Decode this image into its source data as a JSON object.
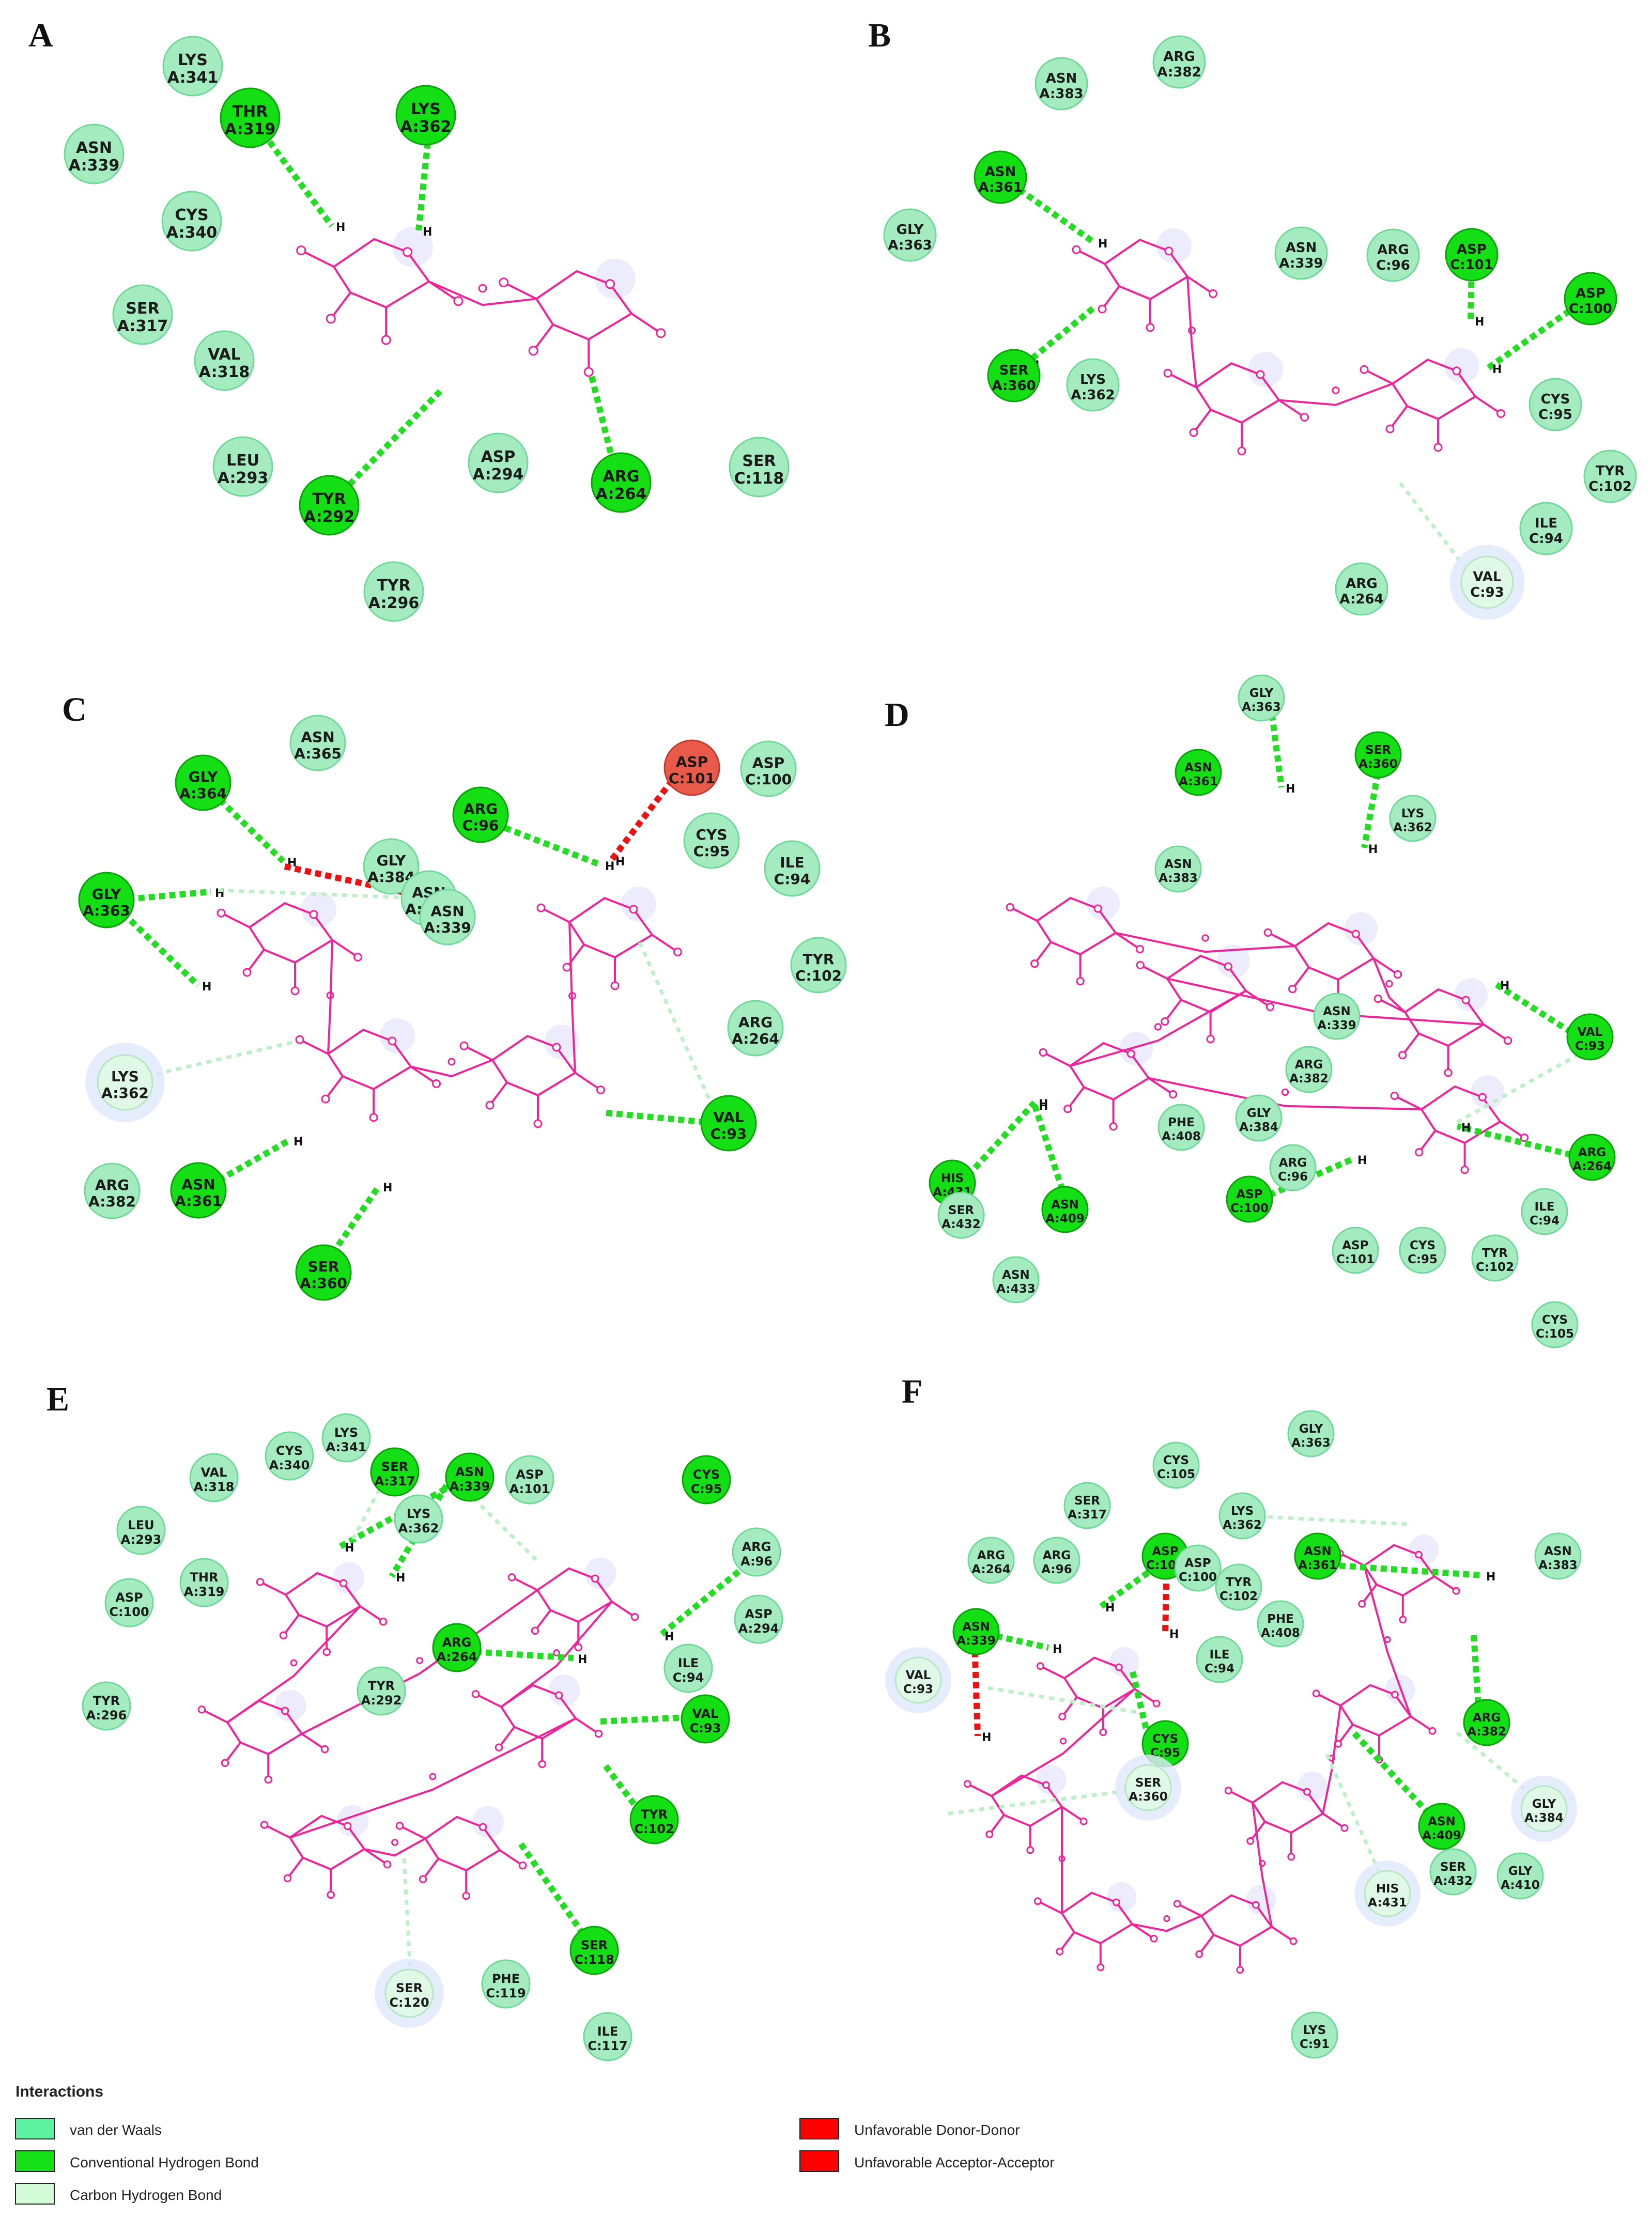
{
  "panels": [
    {
      "letter": "A",
      "residues": [
        {
          "name": "LYS",
          "id": "A:341",
          "type": "vdw"
        },
        {
          "name": "THR",
          "id": "A:319",
          "type": "hbond"
        },
        {
          "name": "LYS",
          "id": "A:362",
          "type": "hbond"
        },
        {
          "name": "ASN",
          "id": "A:339",
          "type": "vdw"
        },
        {
          "name": "CYS",
          "id": "A:340",
          "type": "vdw"
        },
        {
          "name": "SER",
          "id": "A:317",
          "type": "vdw"
        },
        {
          "name": "VAL",
          "id": "A:318",
          "type": "vdw"
        },
        {
          "name": "LEU",
          "id": "A:293",
          "type": "vdw"
        },
        {
          "name": "TYR",
          "id": "A:292",
          "type": "hbond"
        },
        {
          "name": "ASP",
          "id": "A:294",
          "type": "vdw"
        },
        {
          "name": "ARG",
          "id": "A:264",
          "type": "hbond"
        },
        {
          "name": "SER",
          "id": "C:118",
          "type": "vdw"
        },
        {
          "name": "TYR",
          "id": "A:296",
          "type": "vdw"
        }
      ]
    },
    {
      "letter": "B",
      "residues": [
        {
          "name": "ASN",
          "id": "A:383",
          "type": "vdw"
        },
        {
          "name": "ARG",
          "id": "A:382",
          "type": "vdw"
        },
        {
          "name": "ASN",
          "id": "A:361",
          "type": "hbond"
        },
        {
          "name": "GLY",
          "id": "A:363",
          "type": "vdw"
        },
        {
          "name": "ASN",
          "id": "A:339",
          "type": "vdw"
        },
        {
          "name": "ARG",
          "id": "C:96",
          "type": "vdw"
        },
        {
          "name": "ASP",
          "id": "C:101",
          "type": "hbond"
        },
        {
          "name": "ASP",
          "id": "C:100",
          "type": "hbond"
        },
        {
          "name": "SER",
          "id": "A:360",
          "type": "hbond"
        },
        {
          "name": "LYS",
          "id": "A:362",
          "type": "vdw"
        },
        {
          "name": "CYS",
          "id": "C:95",
          "type": "vdw"
        },
        {
          "name": "TYR",
          "id": "C:102",
          "type": "vdw"
        },
        {
          "name": "ILE",
          "id": "C:94",
          "type": "vdw"
        },
        {
          "name": "VAL",
          "id": "C:93",
          "type": "carbon"
        },
        {
          "name": "ARG",
          "id": "A:264",
          "type": "vdw"
        }
      ]
    },
    {
      "letter": "C",
      "residues": [
        {
          "name": "GLY",
          "id": "A:364",
          "type": "hbond"
        },
        {
          "name": "ASN",
          "id": "A:365",
          "type": "vdw"
        },
        {
          "name": "ASP",
          "id": "C:101",
          "type": "unfav"
        },
        {
          "name": "ASP",
          "id": "C:100",
          "type": "vdw"
        },
        {
          "name": "GLY",
          "id": "A:384",
          "type": "vdw"
        },
        {
          "name": "ARG",
          "id": "C:96",
          "type": "hbond"
        },
        {
          "name": "CYS",
          "id": "C:95",
          "type": "vdw"
        },
        {
          "name": "ILE",
          "id": "C:94",
          "type": "vdw"
        },
        {
          "name": "GLY",
          "id": "A:363",
          "type": "hbond"
        },
        {
          "name": "ASN",
          "id": "A:383",
          "type": "vdw"
        },
        {
          "name": "ASN",
          "id": "A:339",
          "type": "vdw"
        },
        {
          "name": "TYR",
          "id": "C:102",
          "type": "vdw"
        },
        {
          "name": "ARG",
          "id": "A:264",
          "type": "vdw"
        },
        {
          "name": "LYS",
          "id": "A:362",
          "type": "carbon"
        },
        {
          "name": "VAL",
          "id": "C:93",
          "type": "hbond"
        },
        {
          "name": "ARG",
          "id": "A:382",
          "type": "vdw"
        },
        {
          "name": "ASN",
          "id": "A:361",
          "type": "hbond"
        },
        {
          "name": "SER",
          "id": "A:360",
          "type": "hbond"
        }
      ]
    },
    {
      "letter": "D",
      "residues": [
        {
          "name": "GLY",
          "id": "A:363",
          "type": "vdw"
        },
        {
          "name": "SER",
          "id": "A:360",
          "type": "hbond"
        },
        {
          "name": "ASN",
          "id": "A:361",
          "type": "hbond"
        },
        {
          "name": "LYS",
          "id": "A:362",
          "type": "vdw"
        },
        {
          "name": "ASN",
          "id": "A:383",
          "type": "vdw"
        },
        {
          "name": "ASN",
          "id": "A:339",
          "type": "vdw"
        },
        {
          "name": "ARG",
          "id": "A:382",
          "type": "vdw"
        },
        {
          "name": "VAL",
          "id": "C:93",
          "type": "hbond"
        },
        {
          "name": "GLY",
          "id": "A:384",
          "type": "vdw"
        },
        {
          "name": "PHE",
          "id": "A:408",
          "type": "vdw"
        },
        {
          "name": "ARG",
          "id": "C:96",
          "type": "vdw"
        },
        {
          "name": "ARG",
          "id": "A:264",
          "type": "hbond"
        },
        {
          "name": "HIS",
          "id": "A:431",
          "type": "hbond"
        },
        {
          "name": "ASP",
          "id": "C:100",
          "type": "hbond"
        },
        {
          "name": "ILE",
          "id": "C:94",
          "type": "vdw"
        },
        {
          "name": "SER",
          "id": "A:432",
          "type": "vdw"
        },
        {
          "name": "ASN",
          "id": "A:409",
          "type": "hbond"
        },
        {
          "name": "ASP",
          "id": "C:101",
          "type": "vdw"
        },
        {
          "name": "CYS",
          "id": "C:95",
          "type": "vdw"
        },
        {
          "name": "TYR",
          "id": "C:102",
          "type": "vdw"
        },
        {
          "name": "ASN",
          "id": "A:433",
          "type": "vdw"
        },
        {
          "name": "CYS",
          "id": "C:105",
          "type": "vdw"
        }
      ]
    },
    {
      "letter": "E",
      "residues": [
        {
          "name": "LYS",
          "id": "A:341",
          "type": "vdw"
        },
        {
          "name": "VAL",
          "id": "A:318",
          "type": "vdw"
        },
        {
          "name": "CYS",
          "id": "A:340",
          "type": "vdw"
        },
        {
          "name": "SER",
          "id": "A:317",
          "type": "hbond"
        },
        {
          "name": "ASN",
          "id": "A:339",
          "type": "hbond"
        },
        {
          "name": "ASP",
          "id": "A:101",
          "type": "vdw"
        },
        {
          "name": "CYS",
          "id": "C:95",
          "type": "hbond"
        },
        {
          "name": "LEU",
          "id": "A:293",
          "type": "vdw"
        },
        {
          "name": "LYS",
          "id": "A:362",
          "type": "vdw"
        },
        {
          "name": "ARG",
          "id": "A:96",
          "type": "vdw"
        },
        {
          "name": "THR",
          "id": "A:319",
          "type": "vdw"
        },
        {
          "name": "ASP",
          "id": "A:294",
          "type": "vdw"
        },
        {
          "name": "ASP",
          "id": "C:100",
          "type": "vdw"
        },
        {
          "name": "ARG",
          "id": "A:264",
          "type": "hbond"
        },
        {
          "name": "ILE",
          "id": "C:94",
          "type": "vdw"
        },
        {
          "name": "TYR",
          "id": "A:292",
          "type": "vdw"
        },
        {
          "name": "VAL",
          "id": "C:93",
          "type": "hbond"
        },
        {
          "name": "TYR",
          "id": "A:296",
          "type": "vdw"
        },
        {
          "name": "TYR",
          "id": "C:102",
          "type": "hbond"
        },
        {
          "name": "SER",
          "id": "C:118",
          "type": "hbond"
        },
        {
          "name": "PHE",
          "id": "C:119",
          "type": "vdw"
        },
        {
          "name": "SER",
          "id": "C:120",
          "type": "carbon"
        },
        {
          "name": "ILE",
          "id": "C:117",
          "type": "vdw"
        }
      ]
    },
    {
      "letter": "F",
      "residues": [
        {
          "name": "GLY",
          "id": "A:363",
          "type": "vdw"
        },
        {
          "name": "CYS",
          "id": "C:105",
          "type": "vdw"
        },
        {
          "name": "SER",
          "id": "A:317",
          "type": "vdw"
        },
        {
          "name": "LYS",
          "id": "A:362",
          "type": "vdw"
        },
        {
          "name": "ARG",
          "id": "A:264",
          "type": "vdw"
        },
        {
          "name": "ARG",
          "id": "A:96",
          "type": "vdw"
        },
        {
          "name": "ASP",
          "id": "C:101",
          "type": "hbond"
        },
        {
          "name": "ASP",
          "id": "C:100",
          "type": "vdw"
        },
        {
          "name": "ASN",
          "id": "A:361",
          "type": "hbond"
        },
        {
          "name": "ASN",
          "id": "A:383",
          "type": "vdw"
        },
        {
          "name": "TYR",
          "id": "C:102",
          "type": "vdw"
        },
        {
          "name": "ASN",
          "id": "A:339",
          "type": "hbond"
        },
        {
          "name": "PHE",
          "id": "A:408",
          "type": "vdw"
        },
        {
          "name": "ILE",
          "id": "C:94",
          "type": "vdw"
        },
        {
          "name": "VAL",
          "id": "C:93",
          "type": "carbon"
        },
        {
          "name": "CYS",
          "id": "C:95",
          "type": "hbond"
        },
        {
          "name": "ARG",
          "id": "A:382",
          "type": "hbond"
        },
        {
          "name": "SER",
          "id": "A:360",
          "type": "carbon"
        },
        {
          "name": "ASN",
          "id": "A:409",
          "type": "hbond"
        },
        {
          "name": "GLY",
          "id": "A:384",
          "type": "carbon"
        },
        {
          "name": "HIS",
          "id": "A:431",
          "type": "carbon"
        },
        {
          "name": "SER",
          "id": "A:432",
          "type": "vdw"
        },
        {
          "name": "GLY",
          "id": "A:410",
          "type": "vdw"
        },
        {
          "name": "LYS",
          "id": "C:91",
          "type": "vdw"
        }
      ]
    }
  ],
  "hydrogen_label": "H",
  "legend": {
    "title": "Interactions",
    "items": [
      {
        "label": "van der Waals",
        "color": "#5cf2a2"
      },
      {
        "label": "Conventional Hydrogen Bond",
        "color": "#16e016"
      },
      {
        "label": "Carbon Hydrogen Bond",
        "color": "#d2fbd8"
      },
      {
        "label": "Unfavorable Donor-Donor",
        "color": "#ff0000"
      },
      {
        "label": "Unfavorable Acceptor-Acceptor",
        "color": "#ff0000"
      }
    ]
  },
  "colors": {
    "vdw_fill": "#a4ecbf",
    "vdw_edge": "#6fd99a",
    "hbond_fill": "#14df14",
    "hbond_edge": "#0aa40a",
    "carbon_fill": "#e0f9e6",
    "unfav_fill": "#ea5a4a",
    "ligand": "#f0249a",
    "hbond_line": "#22dd22",
    "carbon_line": "#bdf0c8",
    "unfav_line": "#ee1111"
  }
}
